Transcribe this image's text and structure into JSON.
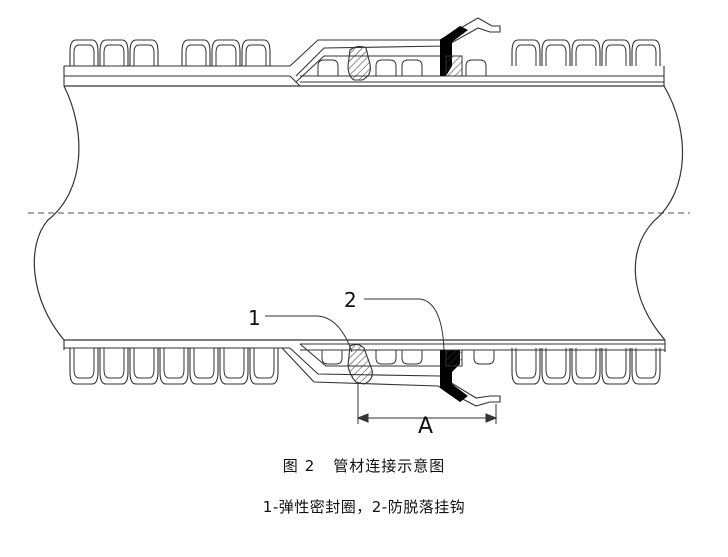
{
  "figure": {
    "prefix": "图",
    "number": "2",
    "title": "管材连接示意图"
  },
  "legend_text": "1-弹性密封圈，2-防脱落挂钩",
  "callouts": {
    "seal_ring": "1",
    "anti_detach_hook": "2",
    "dimension": "A"
  },
  "colors": {
    "line": "#333333",
    "fill": "#000000",
    "background": "#ffffff"
  }
}
